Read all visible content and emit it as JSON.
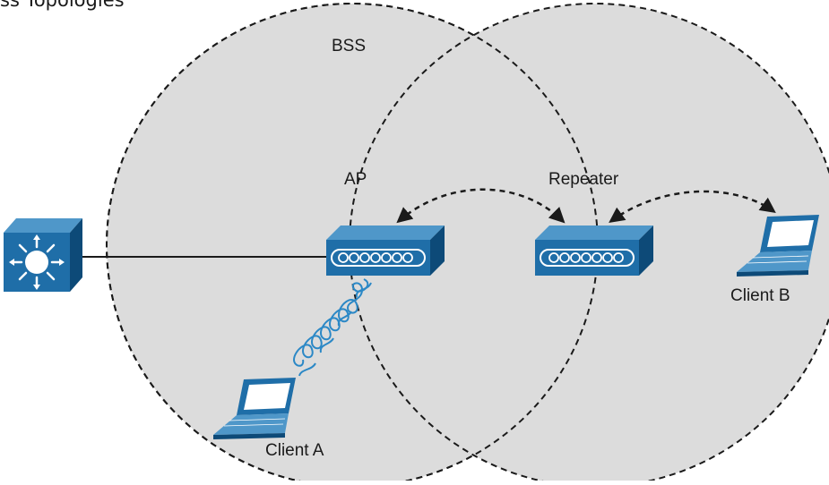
{
  "page": {
    "heading": "ss Topologies"
  },
  "diagram": {
    "labels": {
      "bss": "BSS",
      "ap": "AP",
      "repeater": "Repeater",
      "client_a": "Client A",
      "client_b": "Client B"
    },
    "icons": {
      "switch": "layer3-switch-icon",
      "ap": "access-point-icon",
      "repeater": "repeater-icon",
      "client_a": "laptop-icon",
      "client_b": "laptop-icon"
    },
    "colors": {
      "cell_fill": "#dcdcdc",
      "cell_stroke": "#1a1a1a",
      "device_blue": "#1f6ea8",
      "device_dark": "#0d4a78",
      "device_light": "#4f97c9",
      "wave_blue": "#2b88c6"
    }
  }
}
